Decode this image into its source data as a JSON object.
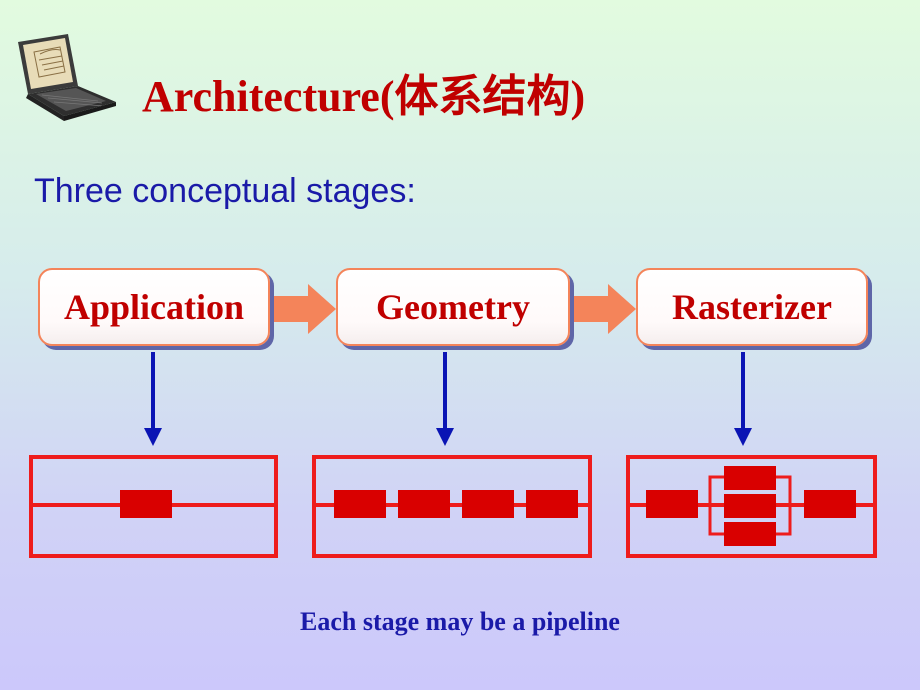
{
  "slide": {
    "title": "Architecture(体系结构)",
    "subtitle": "Three conceptual stages:",
    "stages": [
      {
        "label": "Application"
      },
      {
        "label": "Geometry"
      },
      {
        "label": "Rasterizer"
      }
    ],
    "caption": "Each stage may be a pipeline"
  },
  "colors": {
    "title": "#c00000",
    "text": "#1a1aa8",
    "stage_border": "#f4845a",
    "pipeline": "#ee1c1c",
    "arrow_down": "#0a14b4",
    "arrow_right": "#f4845a"
  },
  "icons": {
    "laptop": "laptop-icon"
  }
}
